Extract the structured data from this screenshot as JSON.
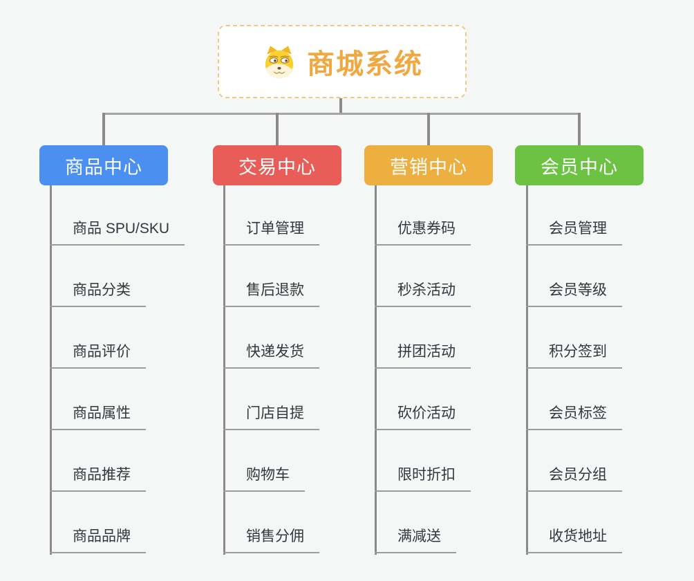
{
  "page": {
    "background_color": "#f5f6f6"
  },
  "root": {
    "title": "商城系统",
    "icon": "dog-face-icon",
    "accent_color": "#f0a843",
    "border_color": "#f3c882"
  },
  "connectors": {
    "stem_color": "#8a8a8a",
    "bus_color": "#a5a5a5",
    "underline_color": "#9c9c9c"
  },
  "branches": [
    {
      "id": "product-center",
      "label": "商品中心",
      "color": "#4b8ff0",
      "children": [
        "商品 SPU/SKU",
        "商品分类",
        "商品评价",
        "商品属性",
        "商品推荐",
        "商品品牌"
      ]
    },
    {
      "id": "trade-center",
      "label": "交易中心",
      "color": "#e95d58",
      "children": [
        "订单管理",
        "售后退款",
        "快递发货",
        "门店自提",
        "购物车",
        "销售分佣"
      ]
    },
    {
      "id": "marketing-center",
      "label": "营销中心",
      "color": "#edaf40",
      "children": [
        "优惠券码",
        "秒杀活动",
        "拼团活动",
        "砍价活动",
        "限时折扣",
        "满减送"
      ]
    },
    {
      "id": "member-center",
      "label": "会员中心",
      "color": "#6cc243",
      "children": [
        "会员管理",
        "会员等级",
        "积分签到",
        "会员标签",
        "会员分组",
        "收货地址"
      ]
    }
  ]
}
